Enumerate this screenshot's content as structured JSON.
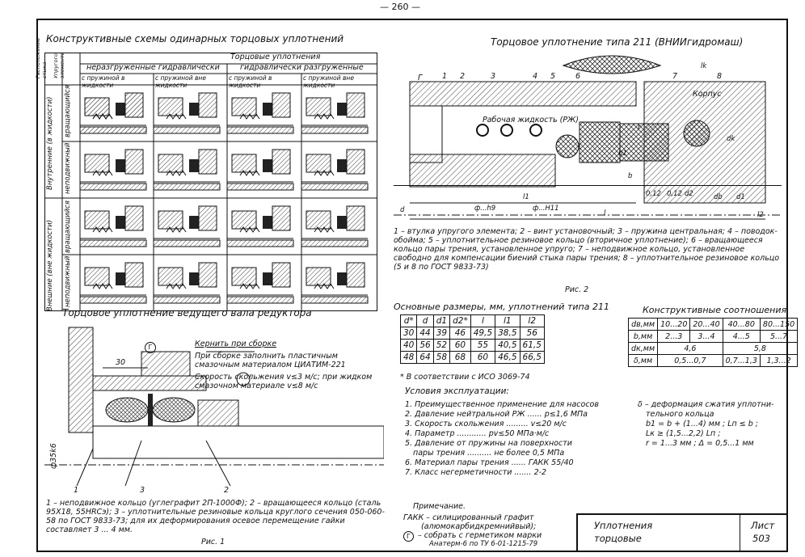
{
  "page_number": "— 260 —",
  "schemes": {
    "title": "Конструктивные схемы одинарных торцовых уплотнений",
    "corner": "Расположение стыка",
    "corner2": "Упругого элемента",
    "header_top": "Торцовые уплотнения",
    "group_unbalanced": "неразгруженные гидравлически",
    "group_balanced": "гидравлически разгруженные",
    "col_spring_in": "с пружиной в жидкости",
    "col_spring_out": "с пружиной вне жидкости",
    "row_group_inner": "Внутренние (в жидкости)",
    "row_group_outer": "Внешние (вне жидкости)",
    "row_rotating": "вращающийся",
    "row_fixed": "неподвижный"
  },
  "gearbox": {
    "title": "Торцовое уплотнение ведущего вала редуктора",
    "note_core": "Кернить при сборке",
    "note_fill": "При сборке заполнить пластичным смазочным материалом ЦИАТИМ-221",
    "note_speed": "Скорость скольжения v≤3 м/с; при жидком смазочном материале v≤8 м/с",
    "dim_30": "30",
    "dim_shaft": "ф35k6",
    "mark_g": "Г",
    "labels": [
      "1",
      "2",
      "3"
    ],
    "legend": "1 – неподвижное кольцо (углеграфит 2П-1000Ф); 2 – вращающееся кольцо (сталь 95Х18, 55HRCэ); 3 – уплотнительные резиновые кольца круглого сечения 050-060-58 по ГОСТ 9833-73; для их деформирования осевое перемещение гайки составляет 3 ... 4 мм.",
    "fig": "Рис. 1"
  },
  "seal211": {
    "title": "Торцовое уплотнение типа 211 (ВНИИгидромаш)",
    "labels": [
      "Г",
      "1",
      "2",
      "3",
      "4",
      "5",
      "6",
      "7",
      "8"
    ],
    "text_liquid": "Рабочая жидкость (РЖ)",
    "text_body": "Корпус",
    "dims": [
      "d",
      "ф...h9",
      "ф...H11",
      "l1",
      "l",
      "l2",
      "lk",
      "b",
      "b1",
      "r",
      "0,12",
      "0,12",
      "d2",
      "db",
      "d1",
      "dk"
    ],
    "legend": "1 – втулка упругого элемента; 2 – винт установочный; 3 – пружина центральная; 4 – поводок-обойма; 5 – уплотнительное резиновое кольцо (вторичное уплотнение); 6 – вращающееся кольцо пары трения, установленное упруго; 7 – неподвижное кольцо, установленное свободно для компенсации биений стыка пары трения; 8 – уплотнительное резиновое кольцо (5 и 8 по ГОСТ 9833-73)",
    "fig": "Рис. 2"
  },
  "dims_table": {
    "title": "Основные размеры, мм, уплотнений типа 211",
    "headers": [
      "d*",
      "d",
      "d1",
      "d2*",
      "l",
      "l1",
      "l2"
    ],
    "rows": [
      [
        "30",
        "44",
        "39",
        "46",
        "49,5",
        "38,5",
        "56"
      ],
      [
        "40",
        "56",
        "52",
        "60",
        "55",
        "40,5",
        "61,5"
      ],
      [
        "48",
        "64",
        "58",
        "68",
        "60",
        "46,5",
        "66,5"
      ]
    ],
    "footnote": "* В соответствии с ИСО 3069-74"
  },
  "ratios": {
    "title": "Конструктивные соотношения",
    "rows": [
      [
        "dв,мм",
        "10...20",
        "20...40",
        "40...80",
        "80...150"
      ],
      [
        "b,мм",
        "2...3",
        "3...4",
        "4...5",
        "5...7"
      ],
      [
        "dк,мм",
        "4,6",
        "",
        "5,8",
        ""
      ],
      [
        "δ,мм",
        "0,5...0,7",
        "",
        "0,7...1,3",
        "1,3...2"
      ]
    ]
  },
  "conditions": {
    "title": "Условия эксплуатации:",
    "items": [
      "1. Преимущественное применение для насосов",
      "2. Давление нейтральной РЖ ...... p≤1,6 МПа",
      "3. Скорость скольжения ......... v≤20 м/с",
      "4. Параметр ............ pv≤50 МПа·м/с",
      "5. Давление от пружины на поверхности",
      "пары трения .......... не более 0,5 МПа",
      "6. Материал пары трения ...... ГАКК 55/40",
      "7. Класс негерметичности ....... 2-2"
    ]
  },
  "deformation": {
    "lines": [
      "δ – деформация сжатия уплотни-",
      "тельного кольца",
      "b1 = b + (1...4) мм ;  Lп ≤ b ;",
      "Lк ≥ (1,5...2,2) Lп ;",
      "r = 1...3 мм ;  Δ = 0,5...1 мм"
    ]
  },
  "notes": {
    "title": "Примечание.",
    "line1": "ГАКК – силицированный графит",
    "line2": "(алюмокарбидкремнийвый);",
    "mark": "Г",
    "line3": "– собрать с герметиком марки",
    "line4": "Анатерм-6 по ТУ 6-01-1215-79"
  },
  "stamp": {
    "name1": "Уплотнения",
    "name2": "торцовые",
    "sheet_label": "Лист",
    "sheet_no": "503"
  },
  "colors": {
    "ink": "#111111",
    "hatch": "#444444",
    "rubber": "#666666"
  }
}
